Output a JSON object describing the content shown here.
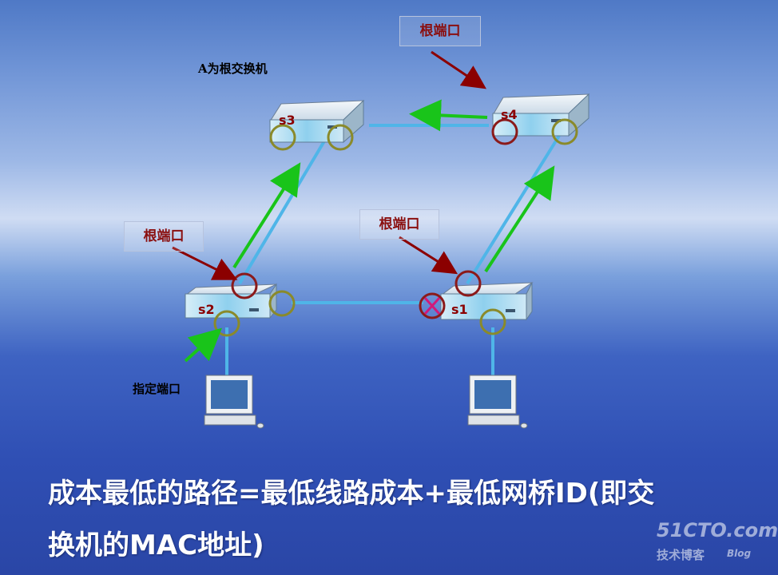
{
  "labels": {
    "root_bridge_note": "A为根交换机",
    "root_port_top": "根端口",
    "root_port_left": "根端口",
    "root_port_mid": "根端口",
    "designated_port": "指定端口"
  },
  "switches": {
    "s1": "s1",
    "s2": "s2",
    "s3": "s3",
    "s4": "s4"
  },
  "caption": {
    "line1": "成本最低的路径=最低线路成本+最低网桥ID(即交",
    "line2": "换机的MAC地址)"
  },
  "watermark": {
    "brand": "51CTO.com",
    "sub": "技术博客",
    "blog": "Blog"
  },
  "colors": {
    "root_port_ring": "#8b1a1a",
    "designated_port_ring": "#8a8a2a",
    "link": "#4fb5e8",
    "arrow_green": "#19c41a",
    "arrow_red": "#8b0000",
    "blocked_x": "#d11a7a"
  },
  "icons": {
    "switch": "network-switch-icon",
    "pc": "desktop-computer-icon",
    "blocked": "blocked-port-x-icon"
  }
}
